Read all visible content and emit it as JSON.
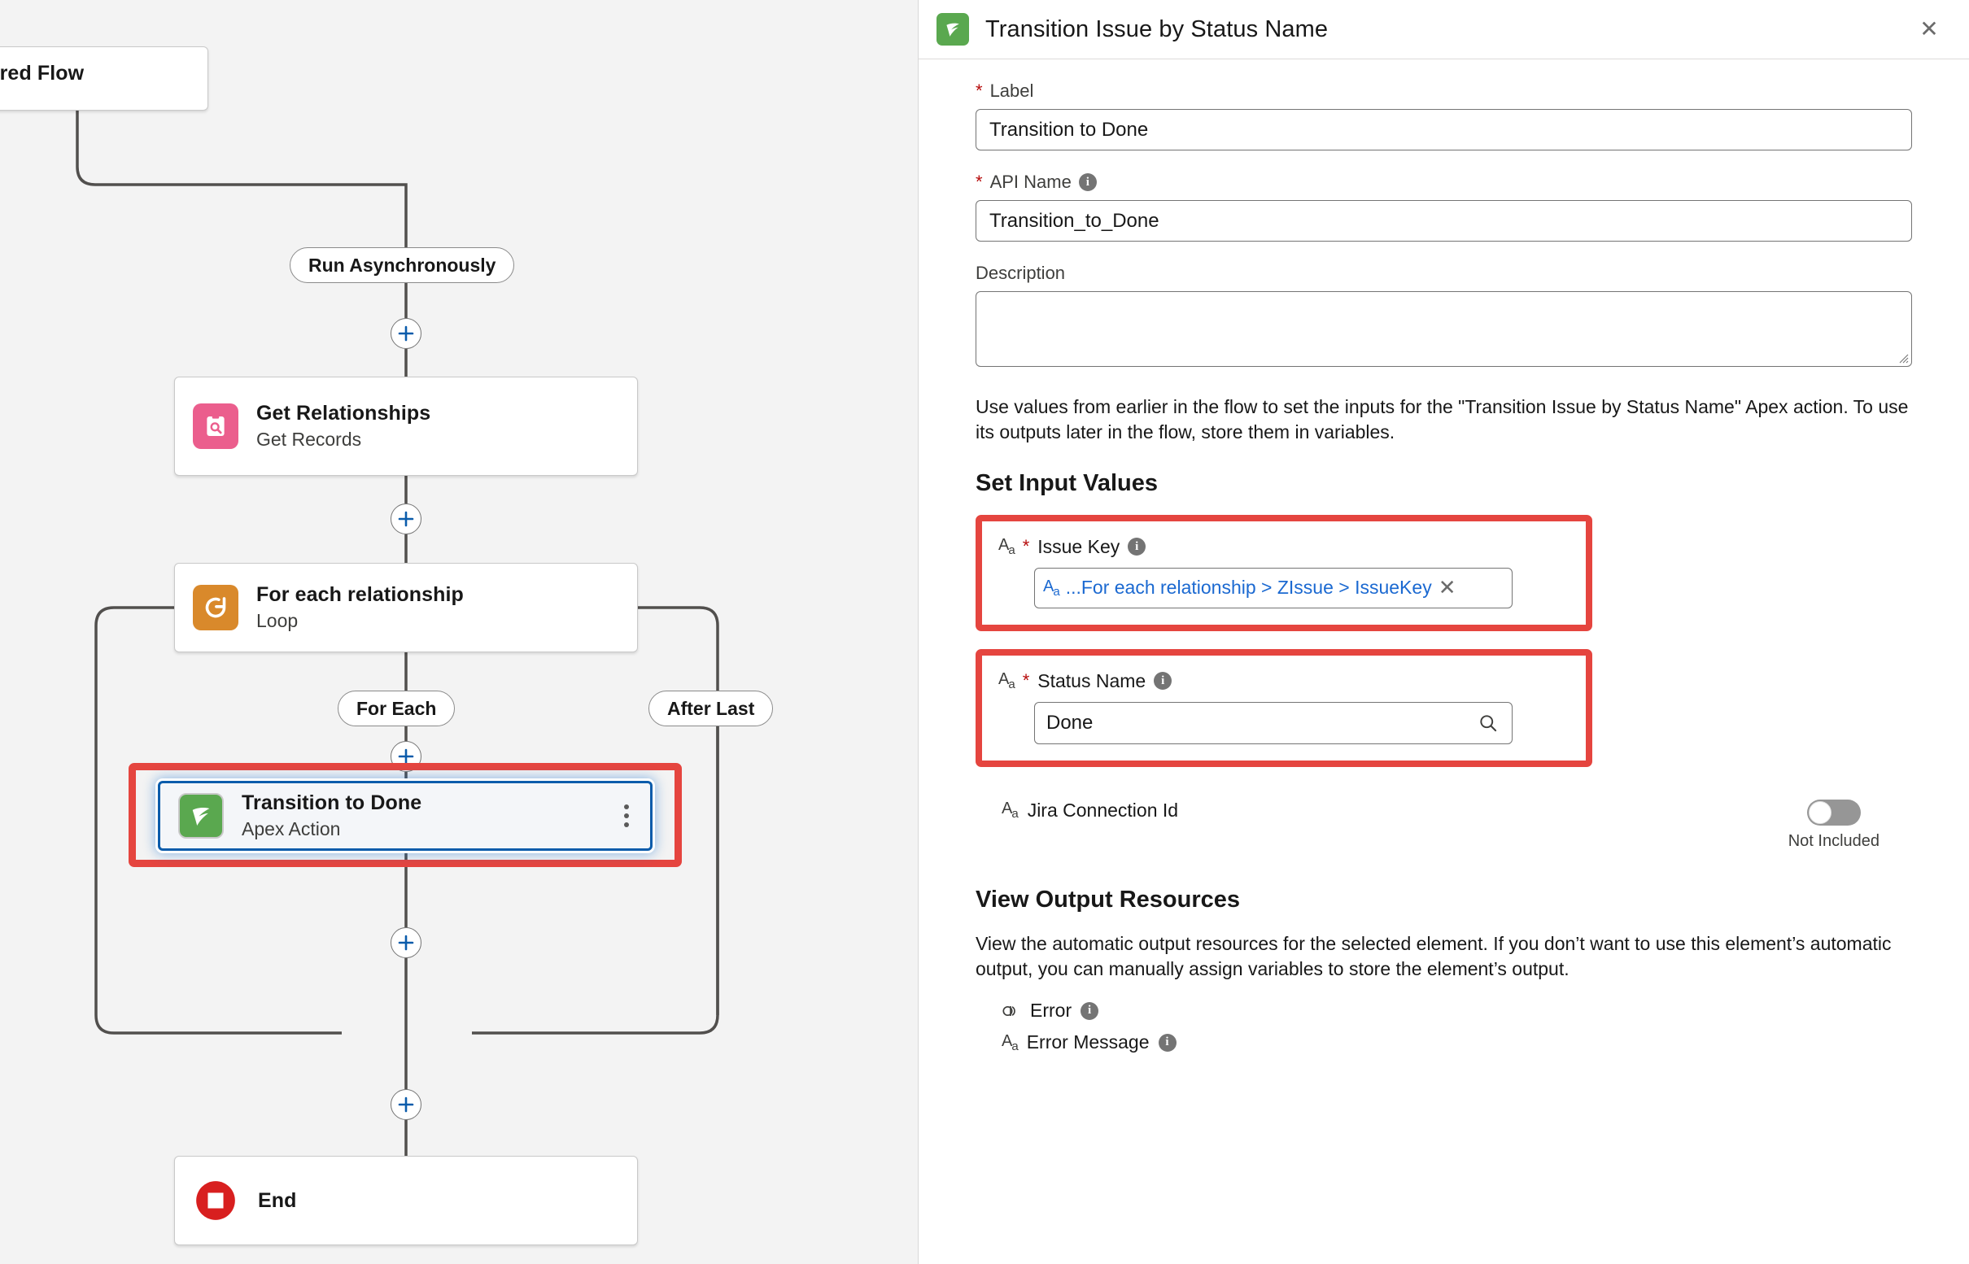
{
  "canvas": {
    "nodes": [
      {
        "title": "ord-Triggered Flow",
        "subtitle": ":",
        "icon": "flow-start-icon"
      },
      {
        "title": "Get Relationships",
        "subtitle": "Get Records",
        "icon": "get-records-icon"
      },
      {
        "title": "For each relationship",
        "subtitle": "Loop",
        "icon": "loop-icon"
      },
      {
        "title": "Transition to Done",
        "subtitle": "Apex Action",
        "icon": "apex-action-icon"
      },
      {
        "title": "End",
        "subtitle": "",
        "icon": "end-icon"
      }
    ],
    "pills": [
      {
        "label": "Run Asynchronously"
      },
      {
        "label": "For Each"
      },
      {
        "label": "After Last"
      }
    ],
    "add_button_label": "+",
    "highlight_color": "#e5453f",
    "selected_color": "#0b5cab"
  },
  "panel": {
    "header": {
      "icon": "apex-action-icon",
      "title": "Transition Issue by Status Name",
      "close_label": "✕"
    },
    "fields": {
      "label": {
        "label": "Label",
        "required_marker": "*",
        "value": "Transition to Done"
      },
      "api_name": {
        "label": "API Name",
        "required_marker": "*",
        "value": "Transition_to_Done",
        "info": "i"
      },
      "description": {
        "label": "Description",
        "value": ""
      }
    },
    "help_text": "Use values from earlier in the flow to set the inputs for the \"Transition Issue by Status Name\" Apex action. To use its outputs later in the flow, store them in variables.",
    "set_input_values": {
      "heading": "Set Input Values",
      "inputs": [
        {
          "name": "Issue Key",
          "required_marker": "*",
          "type_icon": "text-type-icon",
          "info": "i",
          "control": "token",
          "token_text": "...For each relationship > ZIssue > IssueKey",
          "token_remove": "✕",
          "highlighted": true
        },
        {
          "name": "Status Name",
          "required_marker": "*",
          "type_icon": "text-type-icon",
          "info": "i",
          "control": "search",
          "value": "Done",
          "highlighted": true
        }
      ],
      "toggle_row": {
        "name": "Jira Connection Id",
        "type_icon": "text-type-icon",
        "state": "off",
        "caption": "Not Included"
      }
    },
    "view_output_resources": {
      "heading": "View Output Resources",
      "description": "View the automatic output resources for the selected element. If you don’t want to use this element’s automatic output, you can manually assign variables to store the element’s output.",
      "resources": [
        {
          "name": "Error",
          "type_icon": "boolean-type-icon",
          "info": "i"
        },
        {
          "name": "Error Message",
          "type_icon": "text-type-icon",
          "info": "i"
        }
      ]
    }
  }
}
